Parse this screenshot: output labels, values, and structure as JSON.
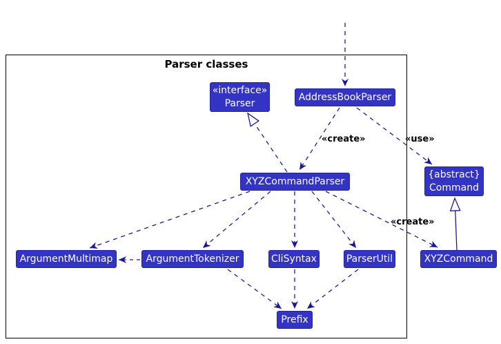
{
  "diagram": {
    "title": "Parser classes",
    "colors": {
      "node_fill": "#3333C4",
      "node_border": "#2424A0",
      "node_text": "#FFFFFF",
      "arrow": "#1A1A94",
      "frame_border": "#000000",
      "label_text": "#000000",
      "background": "#FFFFFF"
    },
    "nodes": {
      "parser_interface": {
        "stereotype": "«interface»",
        "name": "Parser"
      },
      "address_book_parser": {
        "name": "AddressBookParser"
      },
      "xyz_command_parser": {
        "name": "XYZCommandParser"
      },
      "command": {
        "stereotype": "{abstract}",
        "name": "Command"
      },
      "argument_multimap": {
        "name": "ArgumentMultimap"
      },
      "argument_tokenizer": {
        "name": "ArgumentTokenizer"
      },
      "cli_syntax": {
        "name": "CliSyntax"
      },
      "parser_util": {
        "name": "ParserUtil"
      },
      "xyz_command": {
        "name": "XYZCommand"
      },
      "prefix": {
        "name": "Prefix"
      }
    },
    "edge_labels": {
      "create_parser": "«create»",
      "use_command": "«use»",
      "create_command": "«create»"
    },
    "edges": [
      {
        "from": "external",
        "to": "AddressBookParser",
        "type": "dashed-dependency",
        "label": ""
      },
      {
        "from": "AddressBookParser",
        "to": "XYZCommandParser",
        "type": "dashed-dependency",
        "label": "«create»"
      },
      {
        "from": "AddressBookParser",
        "to": "Command",
        "type": "dashed-dependency",
        "label": "«use»"
      },
      {
        "from": "XYZCommandParser",
        "to": "Parser",
        "type": "dashed-realization",
        "label": ""
      },
      {
        "from": "XYZCommandParser",
        "to": "ArgumentMultimap",
        "type": "dashed-dependency",
        "label": ""
      },
      {
        "from": "XYZCommandParser",
        "to": "ArgumentTokenizer",
        "type": "dashed-dependency",
        "label": ""
      },
      {
        "from": "XYZCommandParser",
        "to": "CliSyntax",
        "type": "dashed-dependency",
        "label": ""
      },
      {
        "from": "XYZCommandParser",
        "to": "ParserUtil",
        "type": "dashed-dependency",
        "label": ""
      },
      {
        "from": "XYZCommandParser",
        "to": "XYZCommand",
        "type": "dashed-dependency",
        "label": "«create»"
      },
      {
        "from": "XYZCommand",
        "to": "Command",
        "type": "solid-inheritance",
        "label": ""
      },
      {
        "from": "ArgumentTokenizer",
        "to": "ArgumentMultimap",
        "type": "dashed-dependency",
        "label": ""
      },
      {
        "from": "ArgumentTokenizer",
        "to": "Prefix",
        "type": "dashed-dependency",
        "label": ""
      },
      {
        "from": "CliSyntax",
        "to": "Prefix",
        "type": "dashed-dependency",
        "label": ""
      },
      {
        "from": "ParserUtil",
        "to": "Prefix",
        "type": "dashed-dependency",
        "label": ""
      }
    ]
  }
}
